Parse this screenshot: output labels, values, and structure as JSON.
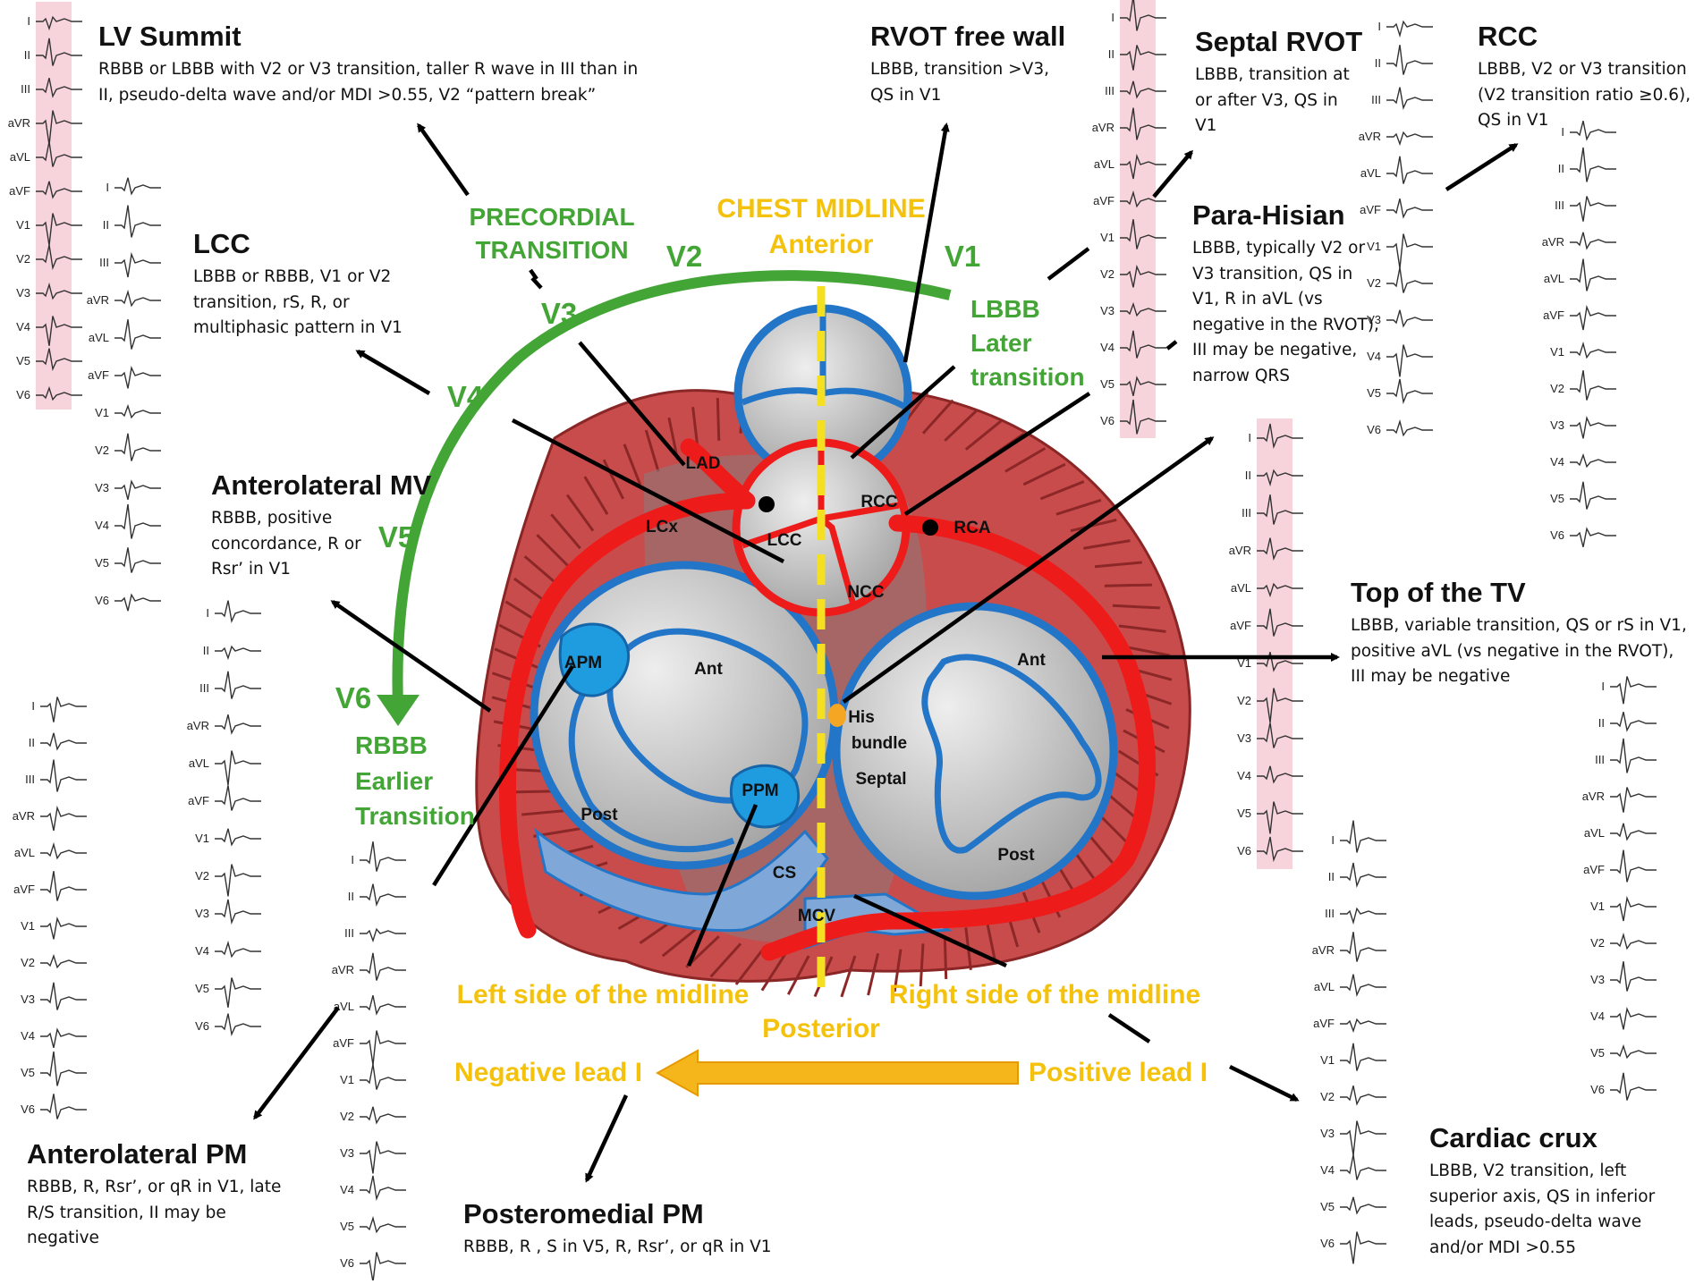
{
  "colors": {
    "midline": "#f4c20d",
    "green": "#43a535",
    "artery": "#ee1b1b",
    "blue_outline": "#2275c7",
    "myocardium": "#c24a4a",
    "ecg_grid": "#f7d4dc"
  },
  "annotations": [
    {
      "id": "lv-summit",
      "title": "LV Summit",
      "desc": "RBBB or LBBB with V2 or V3 transition, taller R wave in III than in II, pseudo-delta wave and/or MDI >0.55, V2 “pattern break”"
    },
    {
      "id": "lcc",
      "title": "LCC",
      "desc": "LBBB or RBBB, V1 or V2 transition, rS, R, or multiphasic pattern in V1"
    },
    {
      "id": "anterolateral-mv",
      "title": "Anterolateral MV",
      "desc": "RBBB, positive concordance, R or Rsr’ in V1"
    },
    {
      "id": "anterolateral-pm",
      "title": "Anterolateral PM",
      "desc": "RBBB, R, Rsr’, or qR in V1, late R/S transition, II may be negative"
    },
    {
      "id": "posteromedial-pm",
      "title": "Posteromedial PM",
      "desc": "RBBB, R , S in V5, R, Rsr’, or qR in V1"
    },
    {
      "id": "rvot-free-wall",
      "title": "RVOT free wall",
      "desc": "LBBB, transition >V3, QS in V1"
    },
    {
      "id": "septal-rvot",
      "title": "Septal RVOT",
      "desc": "LBBB, transition at or after V3, QS in V1"
    },
    {
      "id": "rcc",
      "title": "RCC",
      "desc": "LBBB, V2 or V3 transition (V2 transition ratio ≥0.6), QS in V1"
    },
    {
      "id": "para-hisian",
      "title": "Para-Hisian",
      "desc": "LBBB, typically V2 or V3 transition, QS in V1, R in aVL (vs negative in the RVOT), III may be negative, narrow QRS"
    },
    {
      "id": "top-of-tv",
      "title": "Top of the TV",
      "desc": "LBBB, variable transition, QS or rS in V1, positive aVL (vs negative in the RVOT), III may be negative"
    },
    {
      "id": "cardiac-crux",
      "title": "Cardiac crux",
      "desc": "LBBB, V2 transition, left superior axis, QS in inferior leads, pseudo-delta wave and/or MDI >0.55"
    }
  ],
  "labels": {
    "chest_midline": "CHEST MIDLINE",
    "anterior": "Anterior",
    "posterior": "Posterior",
    "precordial": "PRECORDIAL",
    "transition": "TRANSITION",
    "v1": "V1",
    "v2": "V2",
    "v3": "V3",
    "v4": "V4",
    "v5": "V5",
    "v6": "V6",
    "lbbb": "LBBB",
    "later_transition_1": "Later",
    "later_transition_2": "transition",
    "rbbb": "RBBB",
    "earlier_transition_1": "Earlier",
    "earlier_transition_2": "Transition",
    "left_side": "Left side of the midline",
    "right_side": "Right side of the midline",
    "negative_lead": "Negative lead I",
    "positive_lead": "Positive lead I"
  },
  "anatomy": {
    "lad": "LAD",
    "lcx": "LCx",
    "rca": "RCA",
    "rcc": "RCC",
    "lcc": "LCC",
    "ncc": "NCC",
    "apm": "APM",
    "ppm": "PPM",
    "ant_lv": "Ant",
    "post_lv": "Post",
    "ant_rv": "Ant",
    "post_rv": "Post",
    "his_1": "His",
    "his_2": "bundle",
    "septal": "Septal",
    "cs": "CS",
    "mcv": "MCV"
  },
  "leads": [
    "I",
    "II",
    "III",
    "aVR",
    "aVL",
    "aVF",
    "V1",
    "V2",
    "V3",
    "V4",
    "V5",
    "V6"
  ]
}
